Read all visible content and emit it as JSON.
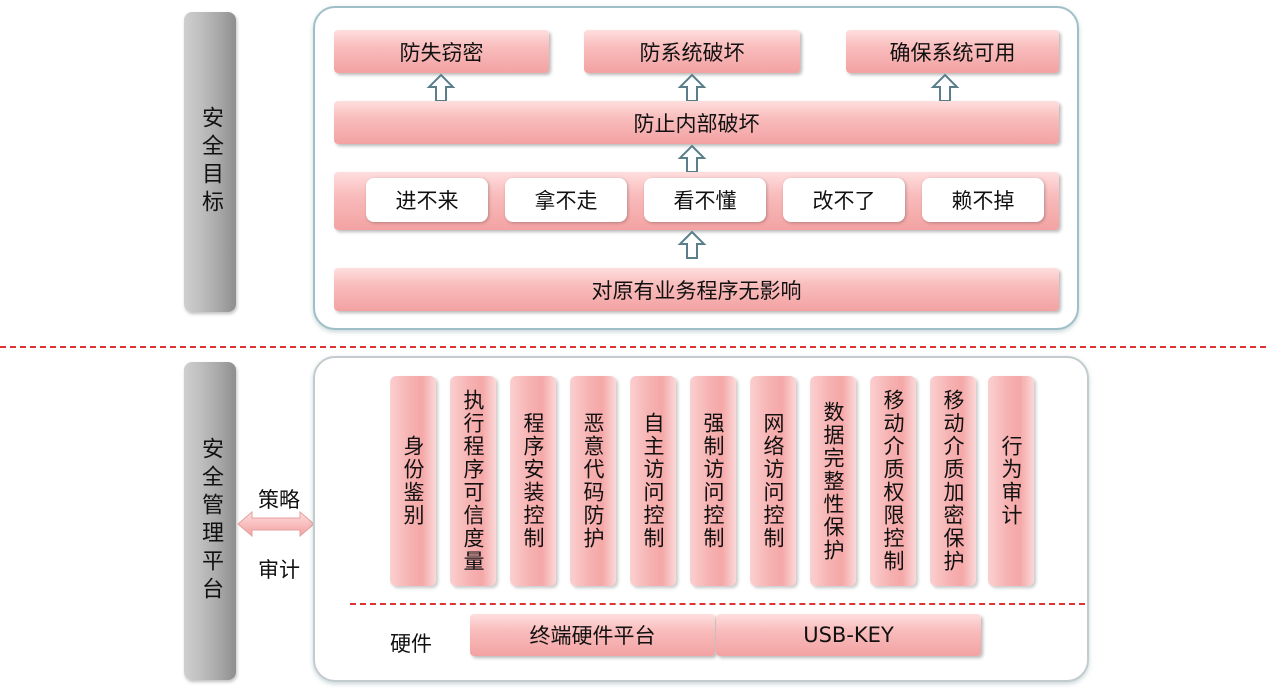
{
  "security_goals": {
    "side_label": "安全目标",
    "top_goals": [
      "防失窃密",
      "防系统破坏",
      "确保系统可用"
    ],
    "middle_goal": "防止内部破坏",
    "measures": [
      "进不来",
      "拿不走",
      "看不懂",
      "改不了",
      "赖不掉"
    ],
    "base_goal": "对原有业务程序无影响"
  },
  "management_platform": {
    "side_label": "安全管理平台",
    "link_top": "策略",
    "link_bottom": "审计",
    "modules": [
      "身份鉴别",
      "执行程序可信度量",
      "程序安装控制",
      "恶意代码防护",
      "自主访问控制",
      "强制访问控制",
      "网络访问控制",
      "数据完整性保护",
      "移动介质权限控制",
      "移动介质加密保护",
      "行为审计"
    ],
    "hardware_label": "硬件",
    "hardware_items": [
      "终端硬件平台",
      "USB-KEY"
    ]
  },
  "colors": {
    "pink": "#f6b0b0",
    "separator": "#d33333",
    "panel_border": "#9fbfc6"
  },
  "icons": [
    "up-arrow-icon",
    "double-arrow-icon"
  ]
}
